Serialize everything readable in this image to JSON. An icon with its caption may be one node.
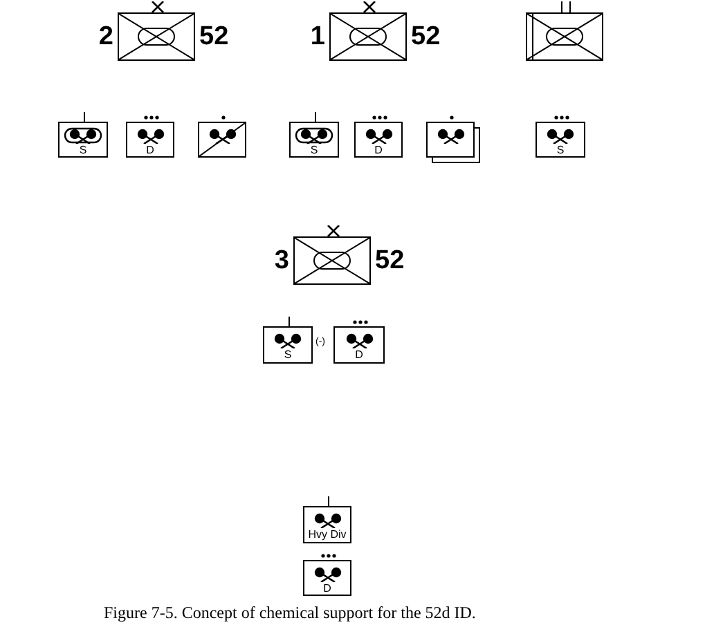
{
  "diagram": {
    "caption": "Figure 7-5. Concept of chemical support for the 52d ID.",
    "nodes": [
      {
        "text": [],
        "shape": "box",
        "beside": [
          "2",
          "52"
        ]
      },
      {
        "text": [],
        "shape": "box",
        "beside": [
          "1",
          "52"
        ]
      },
      {
        "text": [],
        "shape": "box"
      },
      {
        "text": [
          "S"
        ]
      },
      {
        "text": [
          "D"
        ]
      },
      {
        "text": [],
        "shape": "box"
      },
      {
        "text": [
          "S"
        ]
      },
      {
        "text": [
          "D"
        ]
      },
      {
        "text": [],
        "shape": "box"
      },
      {
        "text": [
          "S"
        ]
      },
      {
        "text": [],
        "shape": "box",
        "beside": [
          "3",
          "52"
        ]
      },
      {
        "text": [
          "S"
        ]
      },
      {
        "text": [
          "D"
        ]
      },
      {
        "text": [
          "Hvy Div"
        ]
      },
      {
        "text": [
          "D"
        ]
      }
    ],
    "labels": [
      "(-)"
    ]
  }
}
